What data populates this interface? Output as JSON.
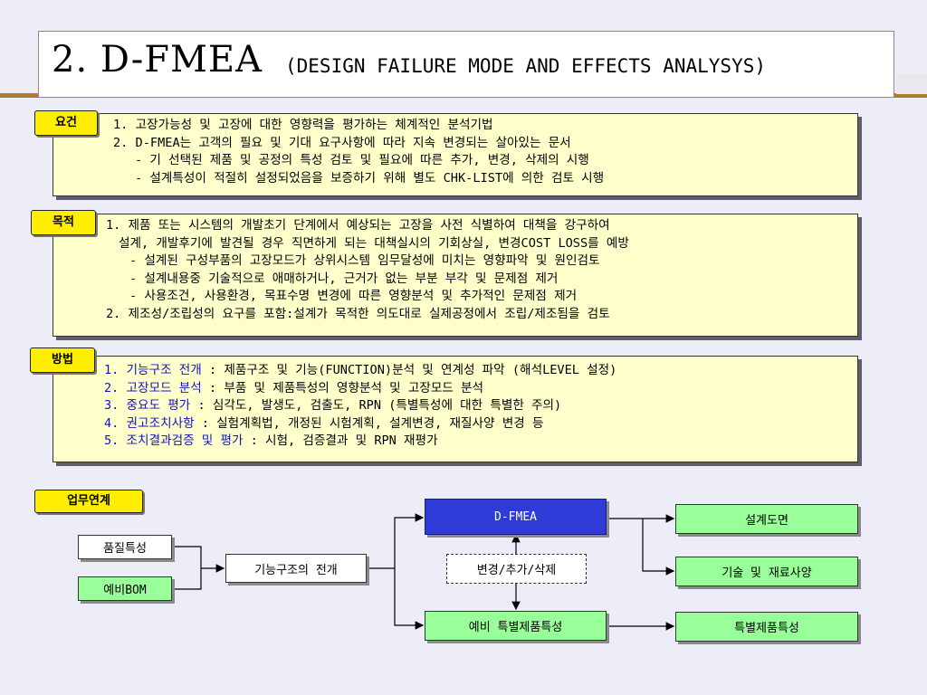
{
  "title": {
    "main": "2. D-FMEA",
    "sub": "(DESIGN FAILURE MODE AND EFFECTS ANALYSYS)"
  },
  "sections": {
    "requirement": {
      "tag": "요건",
      "lines": [
        "1. 고장가능성 및 고장에 대한 영향력을 평가하는 체계적인 분석기법",
        "2. D-FMEA는 고객의 필요 및 기대 요구사항에 따라 지속 변경되는 살아있는 문서",
        "  - 기 선택된 제품 및 공정의 특성 검토 및 필요에 따른 추가, 변경, 삭제의 시행",
        "  - 설계특성이 적절히 설정되었음을 보증하기 위해 별도 CHK-LIST에 의한 검토 시행"
      ]
    },
    "purpose": {
      "tag": "목적",
      "lines": [
        "1. 제품 또는 시스템의 개발초기 단계에서 예상되는 고장을 사전 식별하여 대책을 강구하여",
        "   설계, 개발후기에 발견될 경우 직면하게 되는 대책실시의 기회상실, 변경COST LOSS를 예방",
        "   - 설계된 구성부품의 고장모드가 상위시스템 임무달성에 미치는 영향파악 및 원인검토",
        "   - 설계내용중 기술적으로 애매하거나, 근거가 없는 부분 부각 및 문제점 제거",
        "   - 사용조건, 사용환경, 목표수명 변경에 따른 영향분석 및 추가적인 문제점 제거",
        "2. 제조성/조립성의 요구를 포함:설계가 목적한 의도대로 실제공정에서 조립/제조됨을 검토"
      ]
    },
    "method": {
      "tag": "방법",
      "items": [
        {
          "term": "1. 기능구조 전개",
          "desc": " : 제품구조 및 기능(FUNCTION)분석 및 연계성 파악 (해석LEVEL 설정)"
        },
        {
          "term": "2. 고장모드 분석",
          "desc": " : 부품 및 제품특성의 영향분석 및 고장모드 분석"
        },
        {
          "term": "3. 중요도 평가",
          "desc": "   : 심각도, 발생도, 검출도, RPN (특별특성에 대한 특별한 주의)"
        },
        {
          "term": "4. 권고조치사항",
          "desc": "  : 실험계획법, 개정된 시험계획, 설계변경, 재질사양 변경 등"
        },
        {
          "term": "5. 조치결과검증 및 평가",
          "desc": " : 시험, 검증결과 및 RPN 재평가"
        }
      ]
    },
    "workflow": {
      "tag": "업무연계",
      "nodes": {
        "quality": "품질특성",
        "bom": "예비BOM",
        "function": "기능구조의 전개",
        "dfmea": "D-FMEA",
        "change": "변경/추가/삭제",
        "prelim": "예비 특별제품특성",
        "drawing": "설계도면",
        "spec": "기술 및 재료사양",
        "special": "특별제품특성"
      }
    }
  },
  "colors": {
    "background": "#ecedf6",
    "panel": "#ffffcc",
    "tag": "#ffee00",
    "emphasis": "#1010c8",
    "node_green": "#99ff99",
    "node_dfmea": "#2e3bd6",
    "accent": "#b07a2c"
  }
}
